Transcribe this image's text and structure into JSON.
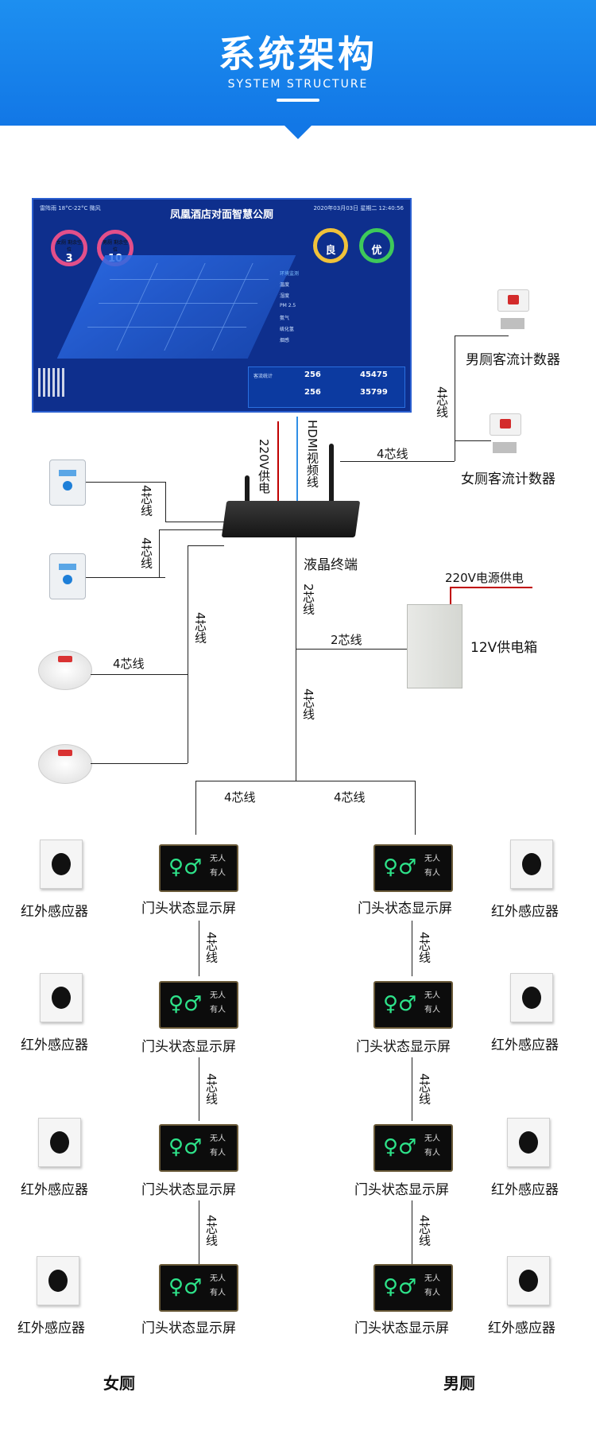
{
  "header": {
    "title": "系统架构",
    "subtitle": "SYSTEM STRUCTURE"
  },
  "screen": {
    "title": "凤凰酒店对面智慧公厕",
    "weather": "雷阵雨  18°C-22°C  微风",
    "date": "2020年03月03日 星期二 12:40:56",
    "ring_female_label": "女厕 剩余空位",
    "ring_female_value": "3",
    "ring_male_label": "男厕 剩余空位",
    "ring_male_value": "10",
    "air_female": "良",
    "air_male": "优",
    "panel_title": "环境监测",
    "panel_rows": [
      "温度",
      "湿度",
      "PM 2.5",
      "氨气",
      "硫化氢",
      "烟感"
    ],
    "stats_title": "客流统计",
    "stat_1": "256",
    "stat_2": "45475",
    "stat_3": "256",
    "stat_4": "35799"
  },
  "labels": {
    "power_220v": "220V供电",
    "hdmi": "HDMI视频线",
    "four_core": "4芯线",
    "two_core": "2芯线",
    "male_counter": "男厕客流计数器",
    "female_counter": "女厕客流计数器",
    "lcd_terminal": "液晶终端",
    "psu_supply": "220V电源供电",
    "psu": "12V供电箱",
    "pir": "红外感应器",
    "door_screen": "门头状态显示屏",
    "door_vacant": "无人",
    "door_occupied": "有人",
    "female": "女厕",
    "male": "男厕"
  },
  "colors": {
    "header": "#1277e6",
    "power_line": "#c00000",
    "hdmi_line": "#2f8ee6",
    "wire": "#222222"
  }
}
